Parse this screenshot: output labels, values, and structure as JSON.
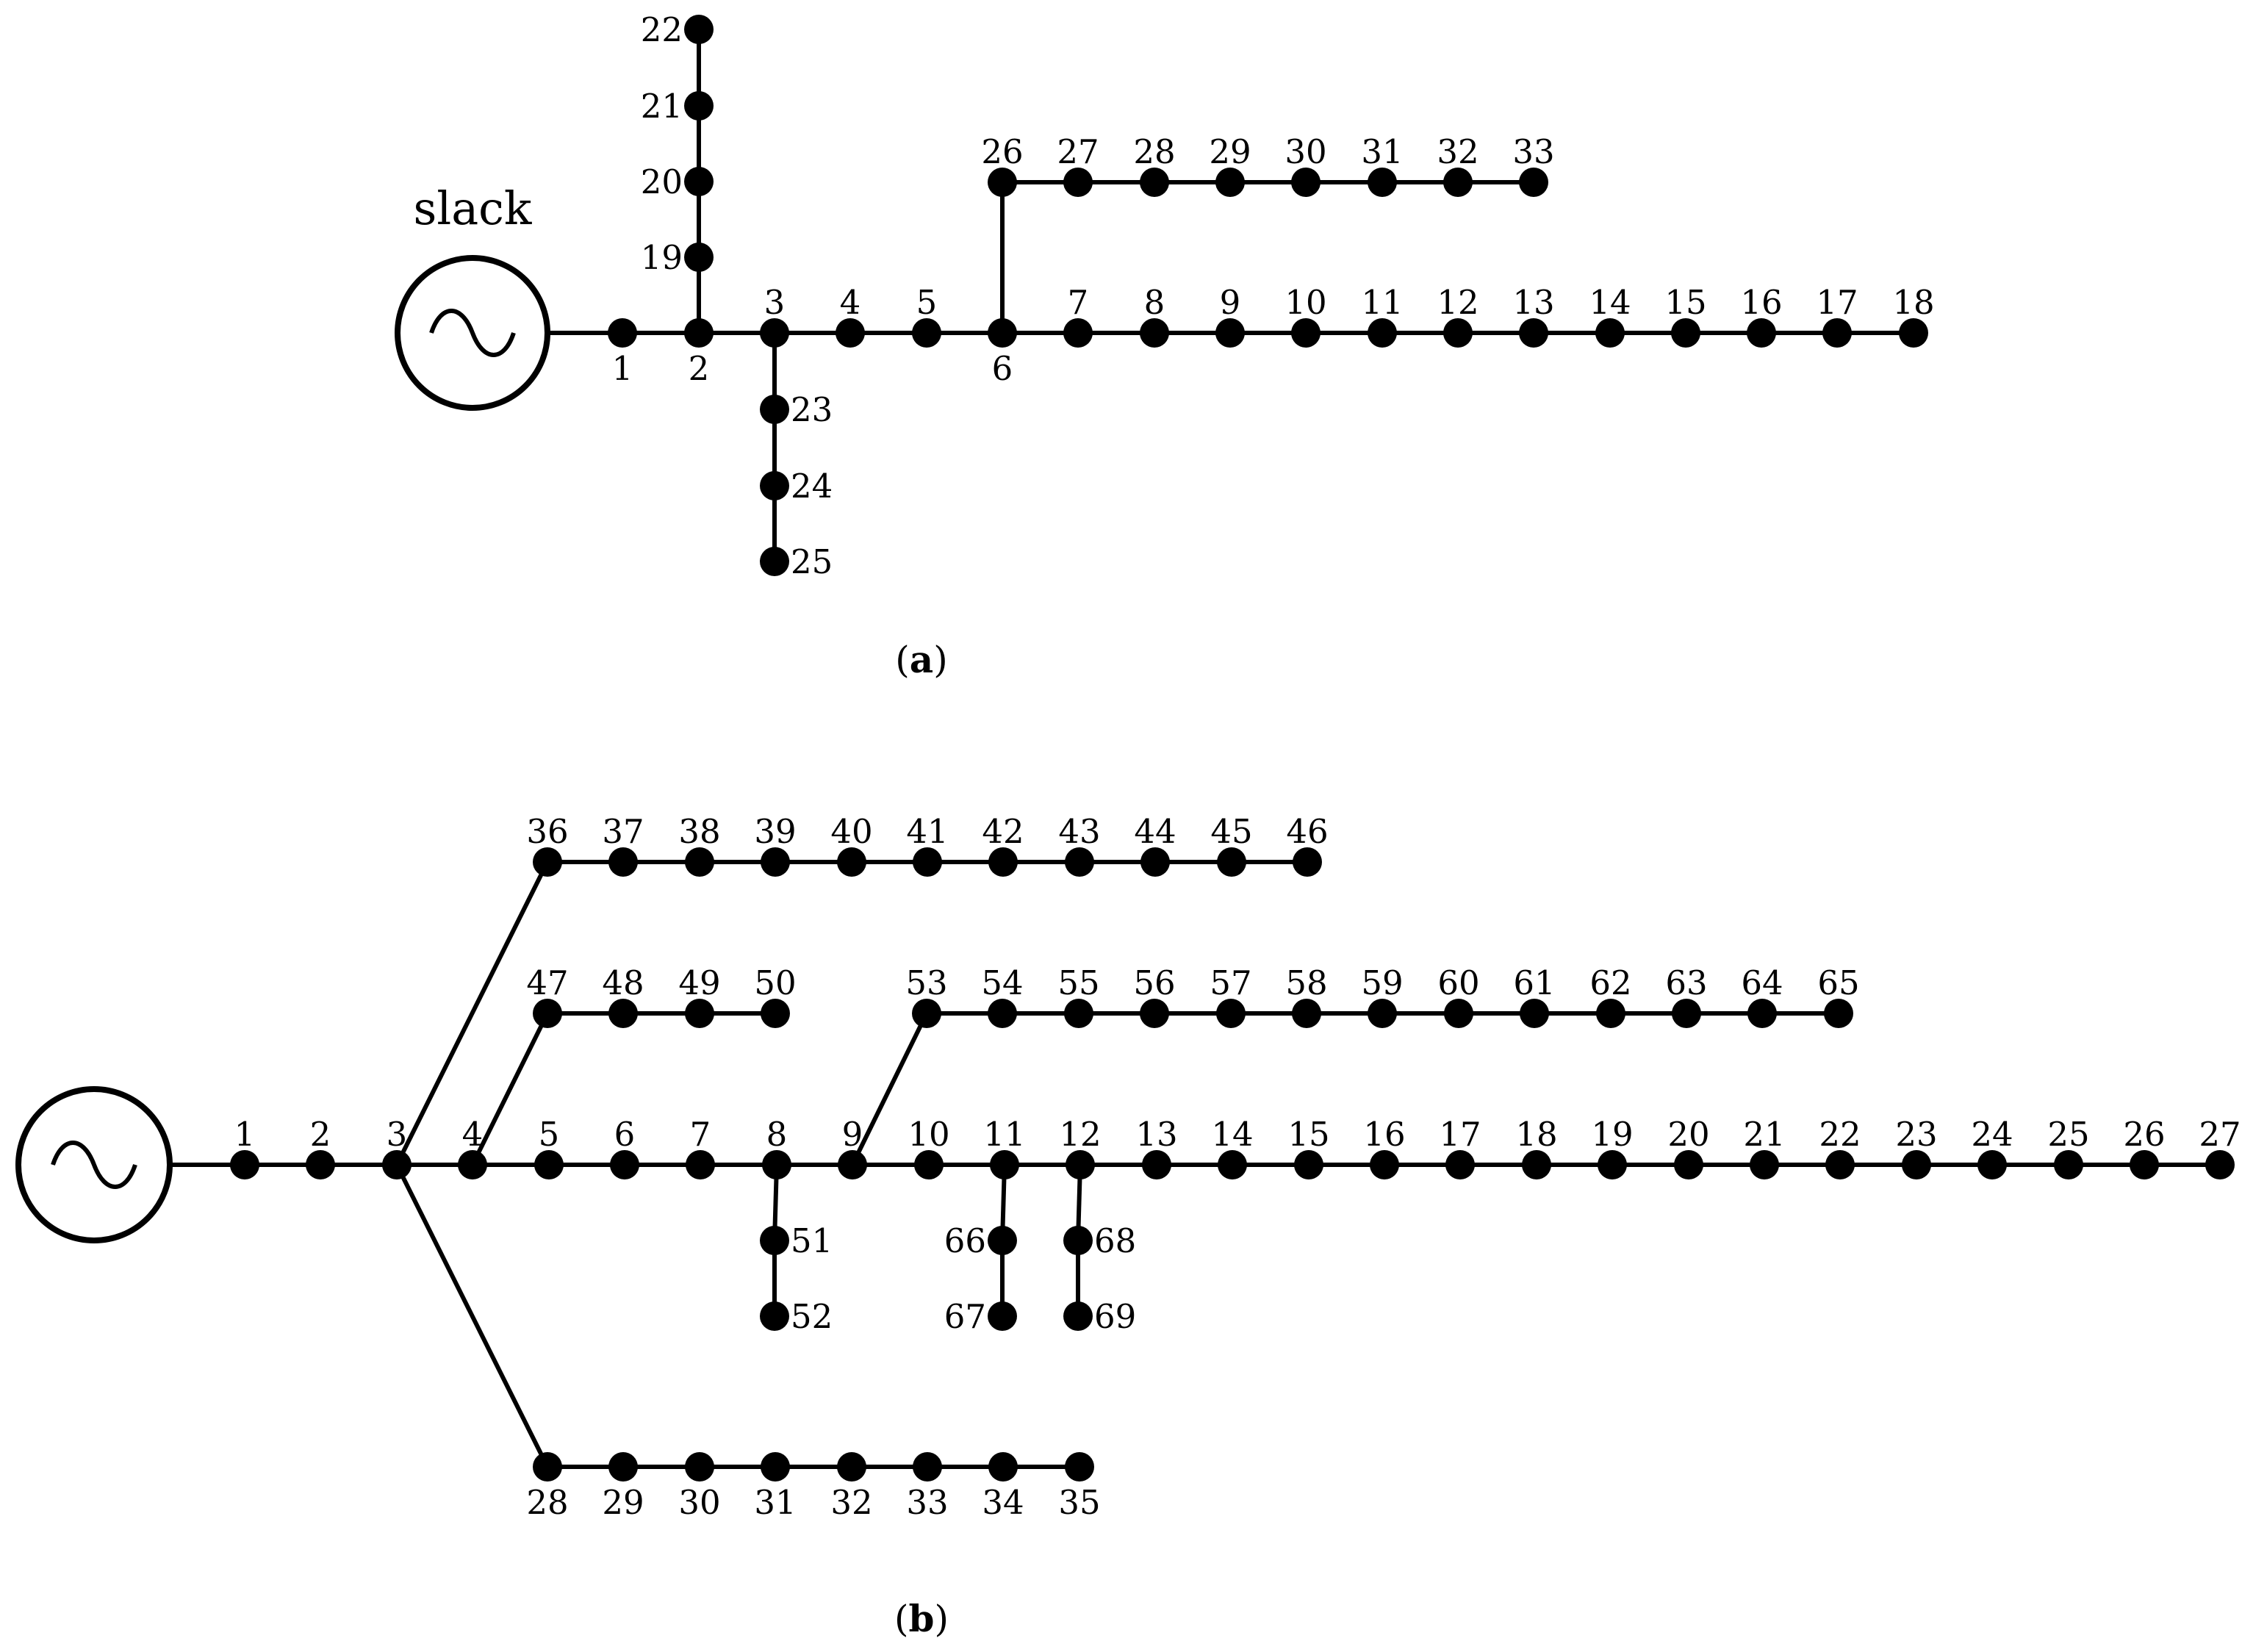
{
  "diagrams": [
    {
      "id": "a",
      "caption_open": "(",
      "caption_letter": "a",
      "caption_close": ")",
      "source_label": "slack",
      "buses": [
        "1",
        "2",
        "3",
        "4",
        "5",
        "6",
        "7",
        "8",
        "9",
        "10",
        "11",
        "12",
        "13",
        "14",
        "15",
        "16",
        "17",
        "18",
        "19",
        "20",
        "21",
        "22",
        "23",
        "24",
        "25",
        "26",
        "27",
        "28",
        "29",
        "30",
        "31",
        "32",
        "33"
      ],
      "lines": [
        [
          "S",
          "1"
        ],
        [
          "1",
          "2"
        ],
        [
          "2",
          "3"
        ],
        [
          "3",
          "4"
        ],
        [
          "4",
          "5"
        ],
        [
          "5",
          "6"
        ],
        [
          "6",
          "7"
        ],
        [
          "7",
          "8"
        ],
        [
          "8",
          "9"
        ],
        [
          "9",
          "10"
        ],
        [
          "10",
          "11"
        ],
        [
          "11",
          "12"
        ],
        [
          "12",
          "13"
        ],
        [
          "13",
          "14"
        ],
        [
          "14",
          "15"
        ],
        [
          "15",
          "16"
        ],
        [
          "16",
          "17"
        ],
        [
          "17",
          "18"
        ],
        [
          "2",
          "19"
        ],
        [
          "19",
          "20"
        ],
        [
          "20",
          "21"
        ],
        [
          "21",
          "22"
        ],
        [
          "3",
          "23"
        ],
        [
          "23",
          "24"
        ],
        [
          "24",
          "25"
        ],
        [
          "6",
          "26"
        ],
        [
          "26",
          "27"
        ],
        [
          "27",
          "28"
        ],
        [
          "28",
          "29"
        ],
        [
          "29",
          "30"
        ],
        [
          "30",
          "31"
        ],
        [
          "31",
          "32"
        ],
        [
          "32",
          "33"
        ]
      ]
    },
    {
      "id": "b",
      "caption_open": "(",
      "caption_letter": "b",
      "caption_close": ")",
      "source_label": "",
      "buses": [
        "1",
        "2",
        "3",
        "4",
        "5",
        "6",
        "7",
        "8",
        "9",
        "10",
        "11",
        "12",
        "13",
        "14",
        "15",
        "16",
        "17",
        "18",
        "19",
        "20",
        "21",
        "22",
        "23",
        "24",
        "25",
        "26",
        "27",
        "28",
        "29",
        "30",
        "31",
        "32",
        "33",
        "34",
        "35",
        "36",
        "37",
        "38",
        "39",
        "40",
        "41",
        "42",
        "43",
        "44",
        "45",
        "46",
        "47",
        "48",
        "49",
        "50",
        "51",
        "52",
        "53",
        "54",
        "55",
        "56",
        "57",
        "58",
        "59",
        "60",
        "61",
        "62",
        "63",
        "64",
        "65",
        "66",
        "67",
        "68",
        "69"
      ],
      "lines": [
        [
          "S",
          "1"
        ],
        [
          "1",
          "2"
        ],
        [
          "2",
          "3"
        ],
        [
          "3",
          "4"
        ],
        [
          "4",
          "5"
        ],
        [
          "5",
          "6"
        ],
        [
          "6",
          "7"
        ],
        [
          "7",
          "8"
        ],
        [
          "8",
          "9"
        ],
        [
          "9",
          "10"
        ],
        [
          "10",
          "11"
        ],
        [
          "11",
          "12"
        ],
        [
          "12",
          "13"
        ],
        [
          "13",
          "14"
        ],
        [
          "14",
          "15"
        ],
        [
          "15",
          "16"
        ],
        [
          "16",
          "17"
        ],
        [
          "17",
          "18"
        ],
        [
          "18",
          "19"
        ],
        [
          "19",
          "20"
        ],
        [
          "20",
          "21"
        ],
        [
          "21",
          "22"
        ],
        [
          "22",
          "23"
        ],
        [
          "23",
          "24"
        ],
        [
          "24",
          "25"
        ],
        [
          "25",
          "26"
        ],
        [
          "26",
          "27"
        ],
        [
          "3",
          "28"
        ],
        [
          "28",
          "29"
        ],
        [
          "29",
          "30"
        ],
        [
          "30",
          "31"
        ],
        [
          "31",
          "32"
        ],
        [
          "32",
          "33"
        ],
        [
          "33",
          "34"
        ],
        [
          "34",
          "35"
        ],
        [
          "3",
          "36"
        ],
        [
          "36",
          "37"
        ],
        [
          "37",
          "38"
        ],
        [
          "38",
          "39"
        ],
        [
          "39",
          "40"
        ],
        [
          "40",
          "41"
        ],
        [
          "41",
          "42"
        ],
        [
          "42",
          "43"
        ],
        [
          "43",
          "44"
        ],
        [
          "44",
          "45"
        ],
        [
          "45",
          "46"
        ],
        [
          "4",
          "47"
        ],
        [
          "47",
          "48"
        ],
        [
          "48",
          "49"
        ],
        [
          "49",
          "50"
        ],
        [
          "8",
          "51"
        ],
        [
          "51",
          "52"
        ],
        [
          "9",
          "53"
        ],
        [
          "53",
          "54"
        ],
        [
          "54",
          "55"
        ],
        [
          "55",
          "56"
        ],
        [
          "56",
          "57"
        ],
        [
          "57",
          "58"
        ],
        [
          "58",
          "59"
        ],
        [
          "59",
          "60"
        ],
        [
          "60",
          "61"
        ],
        [
          "61",
          "62"
        ],
        [
          "62",
          "63"
        ],
        [
          "63",
          "64"
        ],
        [
          "64",
          "65"
        ],
        [
          "11",
          "66"
        ],
        [
          "66",
          "67"
        ],
        [
          "12",
          "68"
        ],
        [
          "68",
          "69"
        ]
      ]
    }
  ]
}
